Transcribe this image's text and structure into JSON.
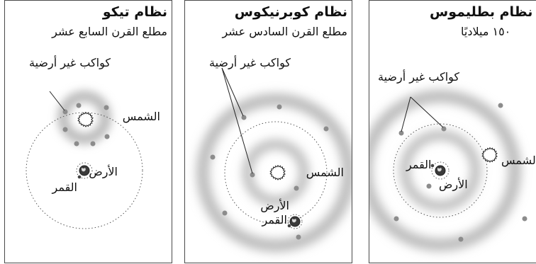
{
  "panels": [
    {
      "title": "نظام تيكو",
      "subtitle": "مطلع القرن السابع عشر",
      "labels": {
        "planets": "كواكب غير أرضية",
        "sun": "الشمس",
        "earth": "الأرض",
        "moon": "القمر"
      }
    },
    {
      "title": "نظام كوبرنيكوس",
      "subtitle": "مطلع القرن السادس عشر",
      "labels": {
        "planets": "كواكب غير أرضية",
        "sun": "الشمس",
        "earth": "الأرض",
        "moon": "القمر"
      }
    },
    {
      "title": "نظام بطليموس",
      "subtitle": "١٥٠ ميلاديًا",
      "labels": {
        "planets": "كواكب غير أرضية",
        "sun": "الشمس",
        "earth": "الأرض",
        "moon": "القمر"
      }
    }
  ],
  "colors": {
    "border": "#4a4a4a",
    "orbit_glow": "#b8b8b8",
    "planet": "#8c8c8c",
    "text": "#111111"
  },
  "icons": [
    "sun-icon",
    "earth-icon",
    "planet-dot-icon"
  ]
}
